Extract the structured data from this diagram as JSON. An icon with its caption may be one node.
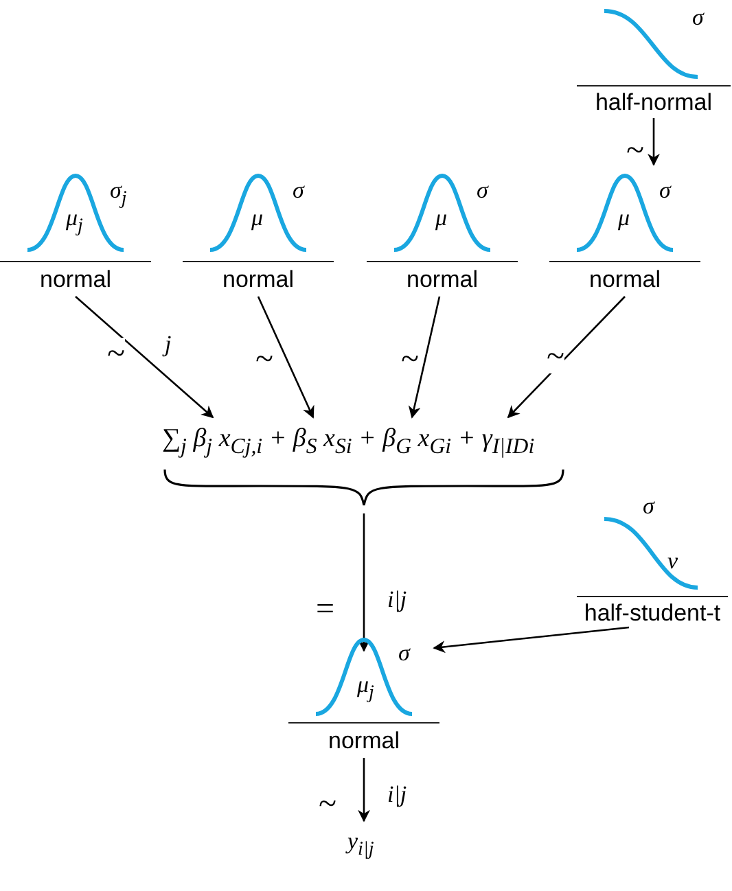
{
  "diagram": {
    "nodes": [
      {
        "text": [
          "σ",
          "half-normal"
        ]
      },
      {
        "text": [
          "μ$_{j}$",
          "σ$_{j}$",
          "normal"
        ]
      },
      {
        "text": [
          "μ",
          "σ",
          "normal"
        ]
      },
      {
        "text": [
          "μ",
          "σ",
          "normal"
        ]
      },
      {
        "text": [
          "μ",
          "σ",
          "normal"
        ]
      },
      {
        "text": [
          "∑$_{j}$ β$_{j}$ x$_{Cj,i}$ + β$_{S}$ x$_{Si}$ + β$_{G}$ x$_{Gi}$ + γ$_{I|IDi}$"
        ]
      },
      {
        "text": [
          "σ",
          "ν",
          "half-student-t"
        ]
      },
      {
        "text": [
          "μ$_{j}$",
          "σ",
          "normal"
        ]
      },
      {
        "text": [
          "y$_{i|j}$"
        ]
      }
    ],
    "edges": [
      {
        "from": 0,
        "to": 4,
        "arrow": "to",
        "label": "~"
      },
      {
        "from": 1,
        "to": 5,
        "arrow": "to",
        "label": "~"
      },
      {
        "from": 2,
        "to": 5,
        "arrow": "to",
        "label": "~"
      },
      {
        "from": 3,
        "to": 5,
        "arrow": "to",
        "label": "~"
      },
      {
        "from": 4,
        "to": 5,
        "arrow": "to",
        "label": "~"
      },
      {
        "from": 5,
        "to": 7,
        "arrow": "to",
        "label": "="
      },
      {
        "from": 6,
        "to": 7,
        "arrow": "to"
      },
      {
        "from": 7,
        "to": 8,
        "arrow": "to",
        "label": "~"
      }
    ],
    "labels": [
      "j",
      "i|j",
      "i|j"
    ]
  }
}
